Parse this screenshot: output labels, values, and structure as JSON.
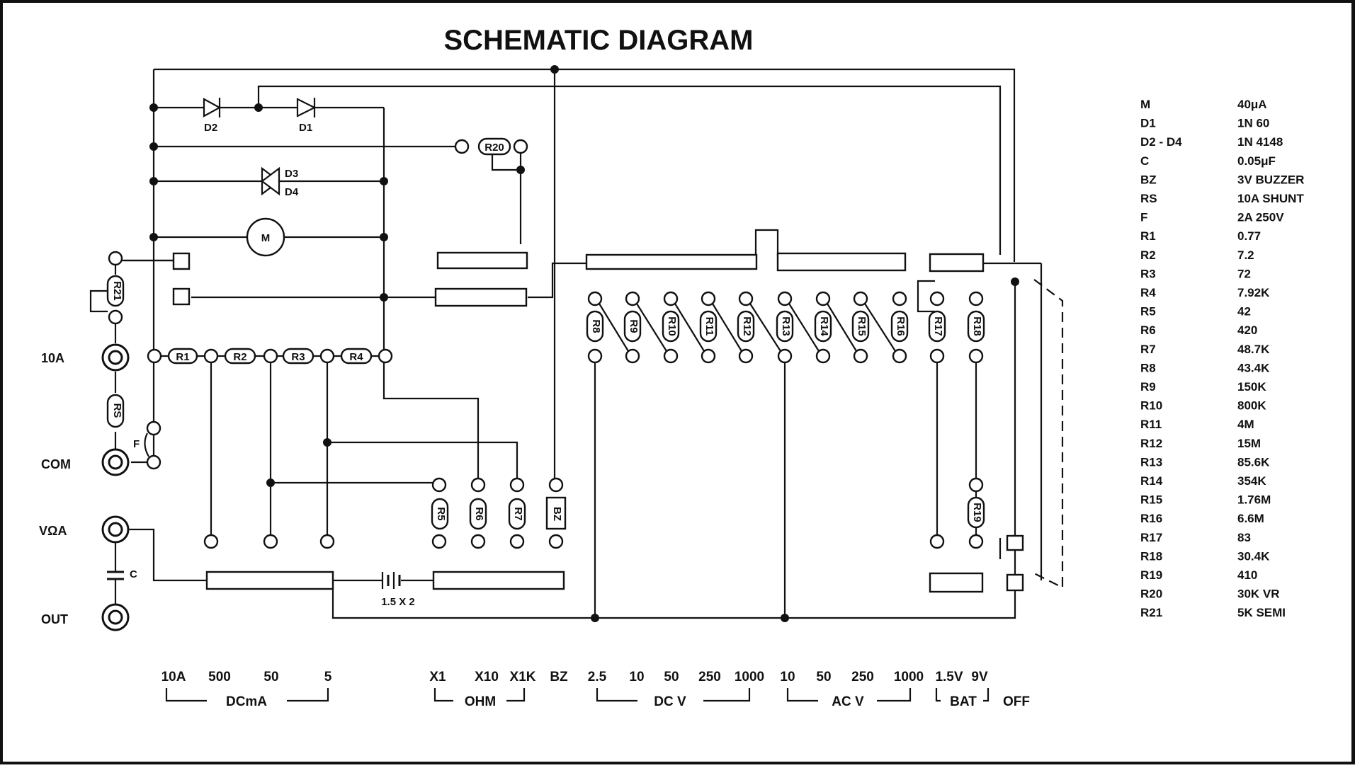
{
  "title": "SCHEMATIC DIAGRAM",
  "jacks": {
    "ten_a": "10A",
    "com": "COM",
    "voa": "VΩA",
    "out": "OUT"
  },
  "labels": {
    "d1": "D1",
    "d2": "D2",
    "d3": "D3",
    "d4": "D4",
    "meter": "M",
    "fuse": "F",
    "cap": "C",
    "battery": "1.5 X 2",
    "r1": "R1",
    "r2": "R2",
    "r3": "R3",
    "r4": "R4",
    "r5": "R5",
    "r6": "R6",
    "r7": "R7",
    "r8": "R8",
    "r9": "R9",
    "r10": "R10",
    "r11": "R11",
    "r12": "R12",
    "r13": "R13",
    "r14": "R14",
    "r15": "R15",
    "r16": "R16",
    "r17": "R17",
    "r18": "R18",
    "r19": "R19",
    "r20": "R20",
    "r21": "R21",
    "rs": "RS",
    "bz": "BZ"
  },
  "components": [
    {
      "ref": "M",
      "value": "40μA"
    },
    {
      "ref": "D1",
      "value": "1N 60"
    },
    {
      "ref": "D2 - D4",
      "value": "1N 4148"
    },
    {
      "ref": "C",
      "value": "0.05μF"
    },
    {
      "ref": "BZ",
      "value": "3V BUZZER"
    },
    {
      "ref": "RS",
      "value": "10A SHUNT"
    },
    {
      "ref": "F",
      "value": "2A 250V"
    },
    {
      "ref": "R1",
      "value": "0.77"
    },
    {
      "ref": "R2",
      "value": "7.2"
    },
    {
      "ref": "R3",
      "value": "72"
    },
    {
      "ref": "R4",
      "value": "7.92K"
    },
    {
      "ref": "R5",
      "value": "42"
    },
    {
      "ref": "R6",
      "value": "420"
    },
    {
      "ref": "R7",
      "value": "48.7K"
    },
    {
      "ref": "R8",
      "value": "43.4K"
    },
    {
      "ref": "R9",
      "value": "150K"
    },
    {
      "ref": "R10",
      "value": "800K"
    },
    {
      "ref": "R11",
      "value": "4M"
    },
    {
      "ref": "R12",
      "value": "15M"
    },
    {
      "ref": "R13",
      "value": "85.6K"
    },
    {
      "ref": "R14",
      "value": "354K"
    },
    {
      "ref": "R15",
      "value": "1.76M"
    },
    {
      "ref": "R16",
      "value": "6.6M"
    },
    {
      "ref": "R17",
      "value": "83"
    },
    {
      "ref": "R18",
      "value": "30.4K"
    },
    {
      "ref": "R19",
      "value": "410"
    },
    {
      "ref": "R20",
      "value": "30K VR"
    },
    {
      "ref": "R21",
      "value": "5K SEMI"
    }
  ],
  "ranges": {
    "dcma": {
      "label": "DCmA",
      "values": [
        "10A",
        "500",
        "50",
        "5"
      ]
    },
    "ohm": {
      "label": "OHM",
      "values": [
        "X1",
        "X10",
        "X1K"
      ]
    },
    "bz": "BZ",
    "dcv": {
      "label": "DC V",
      "values": [
        "2.5",
        "10",
        "50",
        "250",
        "1000"
      ]
    },
    "acv": {
      "label": "AC V",
      "values": [
        "10",
        "50",
        "250",
        "1000"
      ]
    },
    "bat": {
      "label": "BAT",
      "values": [
        "1.5V",
        "9V"
      ]
    },
    "off": "OFF"
  }
}
